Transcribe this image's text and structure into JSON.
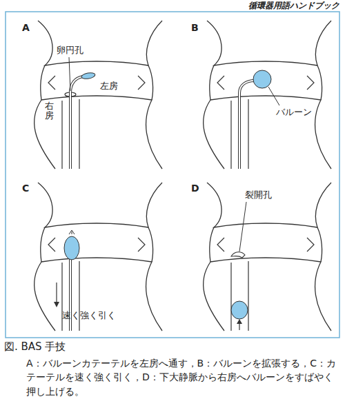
{
  "diagram": {
    "caption": "図. BAS 手技",
    "labels": [
      "循環器用語ハンドブック",
      "A",
      "卵円孔",
      "左房",
      "右房",
      "B",
      "バルーン",
      "C",
      "速く強く引く",
      "D",
      "裂開孔",
      "A：バルーンカテーテルを左房へ通す，B：バルーンを拡張する，C：カテーテルを速く強く引く，D：下大静脈から右房へバルーンをすばやく押し上げる。"
    ]
  }
}
